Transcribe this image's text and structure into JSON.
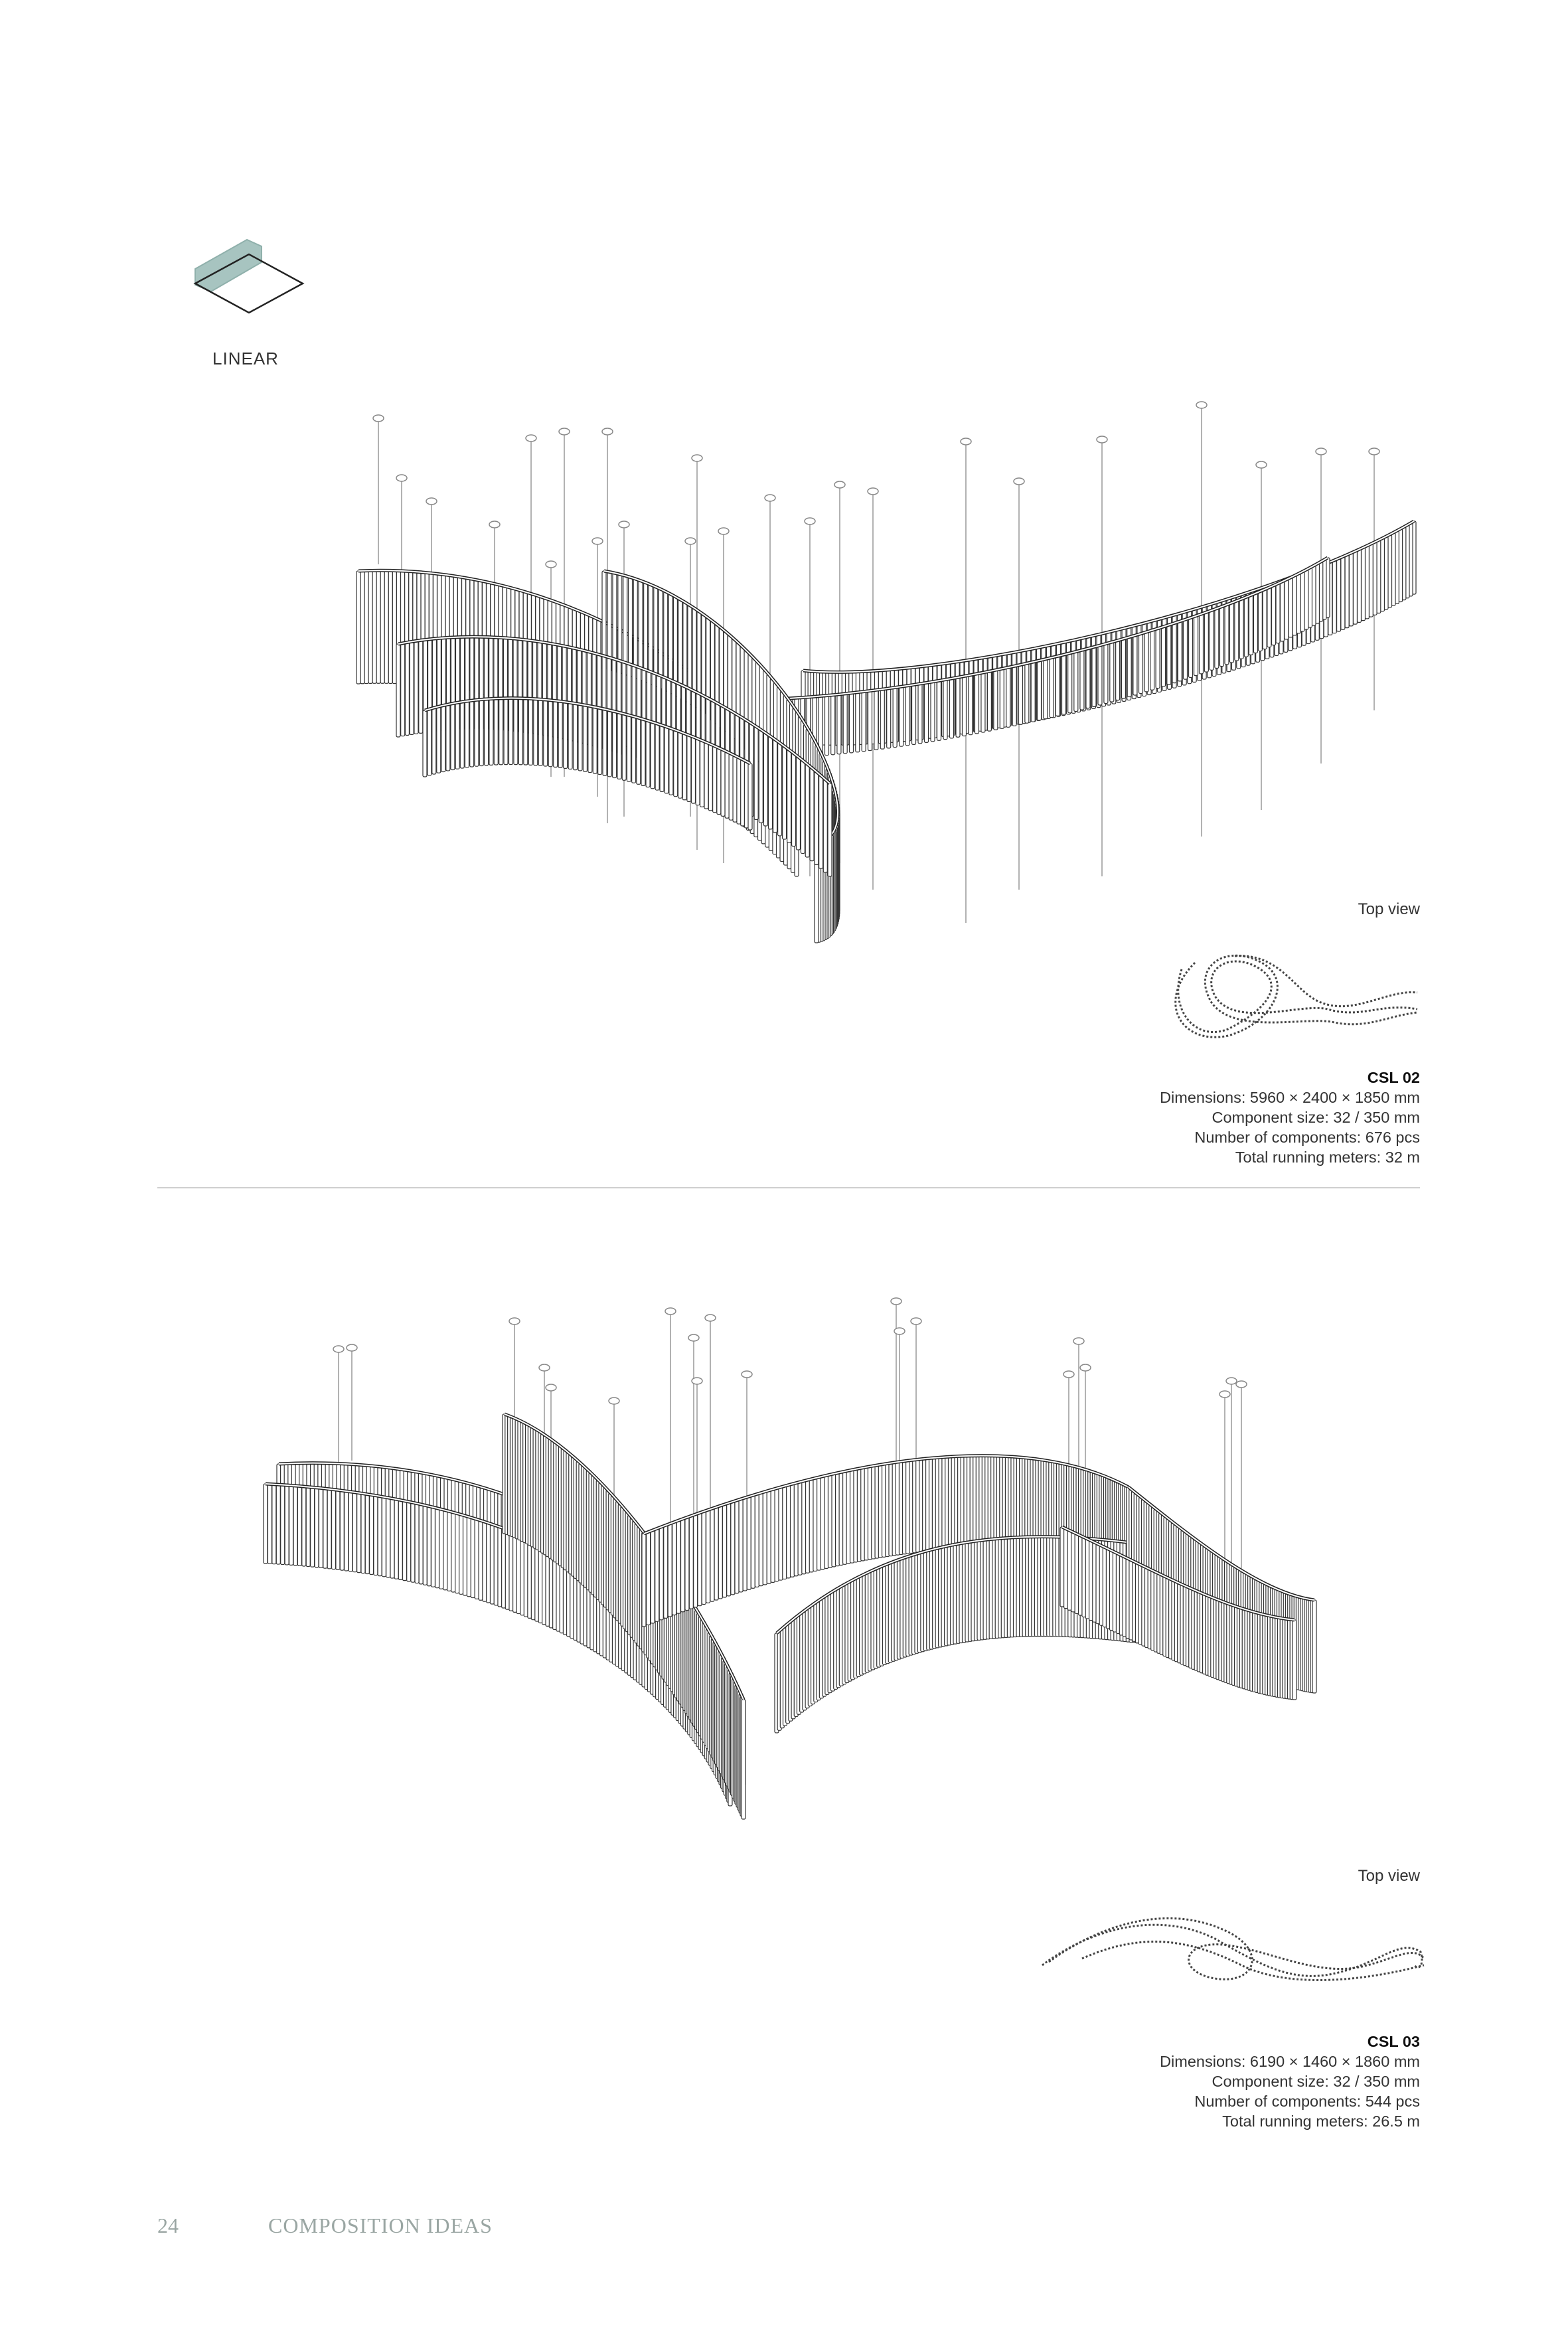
{
  "category": {
    "label": "LINEAR",
    "icon": "linear-module-icon",
    "accent": "#a7c4c0"
  },
  "compositions": [
    {
      "top_view_label": "Top view",
      "code": "CSL 02",
      "specs": [
        {
          "label": "Dimensions:",
          "value": "5960 × 2400 × 1850 mm"
        },
        {
          "label": "Component size:",
          "value": "32 / 350 mm"
        },
        {
          "label": "Number of components:",
          "value": "676 pcs"
        },
        {
          "label": "Total running meters:",
          "value": "32 m"
        }
      ]
    },
    {
      "top_view_label": "Top view",
      "code": "CSL 03",
      "specs": [
        {
          "label": "Dimensions:",
          "value": "6190 × 1460 × 1860 mm"
        },
        {
          "label": "Component size:",
          "value": "32 / 350 mm"
        },
        {
          "label": "Number of components:",
          "value": "544 pcs"
        },
        {
          "label": "Total running meters:",
          "value": "26.5 m"
        }
      ]
    }
  ],
  "footer": {
    "page_number": "24",
    "section_title": "COMPOSITION IDEAS"
  }
}
